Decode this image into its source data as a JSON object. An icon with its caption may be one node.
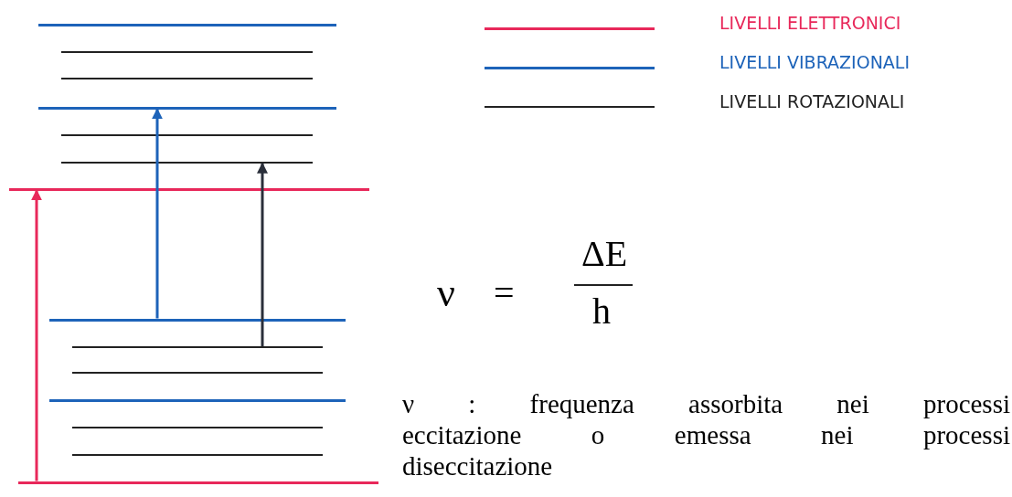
{
  "diagram": {
    "nodes": [
      {
        "text": [],
        "shape": "bar"
      },
      {
        "text": [],
        "shape": "bar"
      },
      {
        "text": [],
        "shape": "bar"
      },
      {
        "text": [],
        "shape": "bar"
      },
      {
        "text": [],
        "shape": "bar"
      },
      {
        "text": [],
        "shape": "bar"
      },
      {
        "text": [],
        "shape": "bar"
      },
      {
        "text": [],
        "shape": "bar"
      },
      {
        "text": [],
        "shape": "bar"
      },
      {
        "text": [],
        "shape": "bar"
      },
      {
        "text": [],
        "shape": "bar"
      },
      {
        "text": [],
        "shape": "bar"
      },
      {
        "text": [],
        "shape": "bar"
      },
      {
        "text": [],
        "shape": "bar"
      }
    ],
    "edges": [
      {
        "from": 13,
        "to": 6,
        "arrow": "to",
        "color": "#e8285a"
      },
      {
        "from": 7,
        "to": 3,
        "arrow": "to",
        "color": "#1d63b9"
      },
      {
        "from": 8,
        "to": 5,
        "arrow": "to",
        "color": "#2a2f3a"
      }
    ],
    "labels": [
      "ν",
      "=",
      "ΔE",
      "h",
      "ν : frequenza assorbita nei processi eccitazione o emessa nei processi diseccitazione"
    ],
    "legend": [
      {
        "text": "LIVELLI ELETTRONICI",
        "color": "#e8285a"
      },
      {
        "text": "LIVELLI VIBRAZIONALI",
        "color": "#1d63b9"
      },
      {
        "text": "LIVELLI ROTAZIONALI",
        "color": "#222222"
      }
    ]
  }
}
